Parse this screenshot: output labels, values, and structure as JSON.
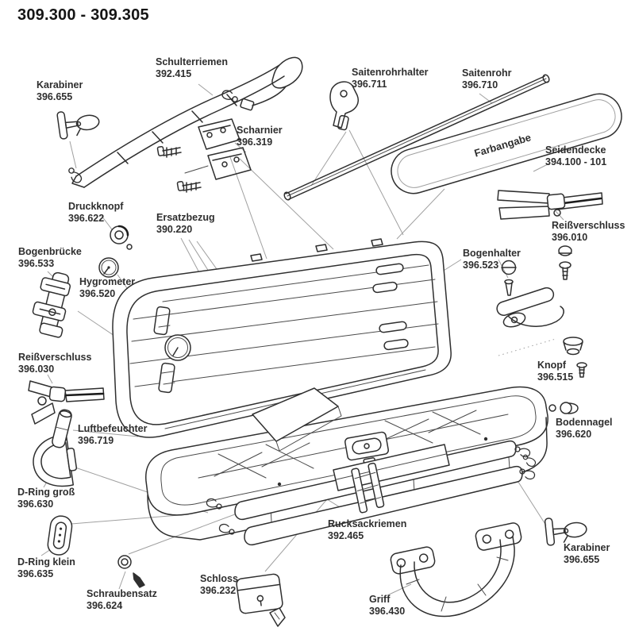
{
  "title": "309.300 - 309.305",
  "farbangabe": "Farbangabe",
  "colors": {
    "ink": "#2f2f2f",
    "background": "#ffffff",
    "leader": "#a0a0a0"
  },
  "parts": [
    {
      "id": "karabiner-top",
      "name": "Karabiner",
      "number": "396.655"
    },
    {
      "id": "schulterriemen",
      "name": "Schulterriemen",
      "number": "392.415"
    },
    {
      "id": "scharnier",
      "name": "Scharnier",
      "number": "396.319"
    },
    {
      "id": "saitenrohrhalter",
      "name": "Saitenrohrhalter",
      "number": "396.711"
    },
    {
      "id": "saitenrohr",
      "name": "Saitenrohr",
      "number": "396.710"
    },
    {
      "id": "seidendecke",
      "name": "Seidendecke",
      "number": "394.100 - 101"
    },
    {
      "id": "reissverschluss-010",
      "name": "Reißverschluss",
      "number": "396.010"
    },
    {
      "id": "bogenhalter",
      "name": "Bogenhalter",
      "number": "396.523"
    },
    {
      "id": "druckknopf",
      "name": "Druckknopf",
      "number": "396.622"
    },
    {
      "id": "ersatzbezug",
      "name": "Ersatzbezug",
      "number": "390.220"
    },
    {
      "id": "bogenbruecke",
      "name": "Bogenbrücke",
      "number": "396.533"
    },
    {
      "id": "hygrometer",
      "name": "Hygrometer",
      "number": "396.520"
    },
    {
      "id": "reissverschluss-030",
      "name": "Reißverschluss",
      "number": "396.030"
    },
    {
      "id": "knopf",
      "name": "Knopf",
      "number": "396.515"
    },
    {
      "id": "luftbefeuchter",
      "name": "Luftbefeuchter",
      "number": "396.719"
    },
    {
      "id": "bodennagel",
      "name": "Bodennagel",
      "number": "396.620"
    },
    {
      "id": "dring-gross",
      "name": "D-Ring groß",
      "number": "396.630"
    },
    {
      "id": "dring-klein",
      "name": "D-Ring klein",
      "number": "396.635"
    },
    {
      "id": "schraubensatz",
      "name": "Schraubensatz",
      "number": "396.624"
    },
    {
      "id": "schloss",
      "name": "Schloss",
      "number": "396.232"
    },
    {
      "id": "rucksackriemen",
      "name": "Rucksackriemen",
      "number": "392.465"
    },
    {
      "id": "griff",
      "name": "Griff",
      "number": "396.430"
    },
    {
      "id": "karabiner-bottom",
      "name": "Karabiner",
      "number": "396.655"
    }
  ]
}
